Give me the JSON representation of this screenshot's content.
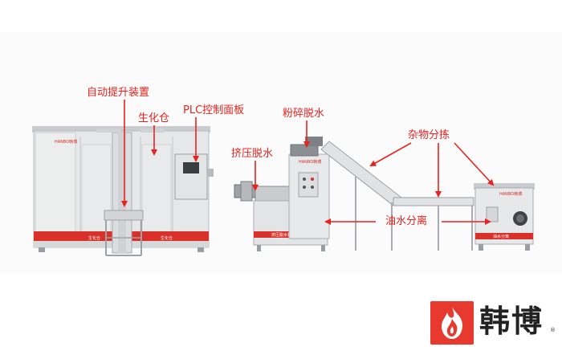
{
  "labels": {
    "lift_device": "自动提升装置",
    "bio_tank": "生化仓",
    "plc_panel": "PLC控制面板",
    "crush_dewater": "粉碎脱水",
    "press_dewater": "挤压脱水",
    "sorting": "杂物分拣",
    "oil_water": "油水分离"
  },
  "machine_text": {
    "brand_plate": "HANBO韩博",
    "left_nameplate_1": "生化仓",
    "left_nameplate_2": "生化仓",
    "press_nameplate": "挤压脱水机",
    "separator_nameplate": "油水分离"
  },
  "logo": {
    "text": "韩博",
    "reg": "®"
  },
  "colors": {
    "annotation": "#e8231f",
    "machine_body": "#e3e4e6",
    "machine_dark": "#8b8e93",
    "red_stripe": "#d9302a",
    "logo_red": "#e8392f"
  }
}
